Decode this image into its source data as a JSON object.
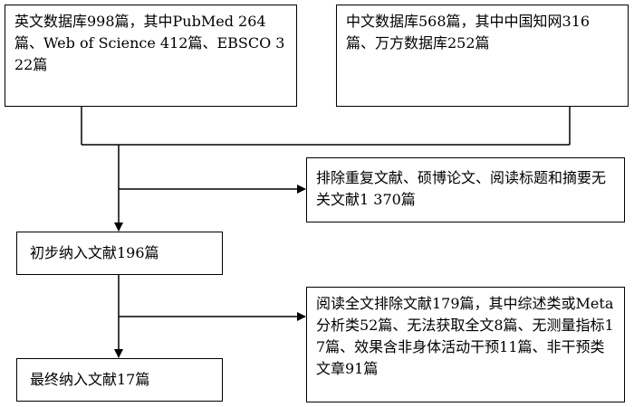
{
  "boxes": {
    "english_db": "英文数据库998篇，其中PubMed 264篇、Web of Science 412篇、EBSCO 322篇",
    "chinese_db": "中文数据库568篇，其中中国知网316篇、万方数据库252篇",
    "exclusion_1": "排除重复文献、硕博论文、阅读标题和摘要无关文献1 370篇",
    "initial_include": "初步纳入文献196篇",
    "exclusion_2": "阅读全文排除文献179篇，其中综述类或Meta分析类52篇、无法获取全文8篇、无测量指标17篇、效果含非身体活动干预11篇、非干预类文章91篇",
    "final_include": "最终纳入文献17篇"
  }
}
